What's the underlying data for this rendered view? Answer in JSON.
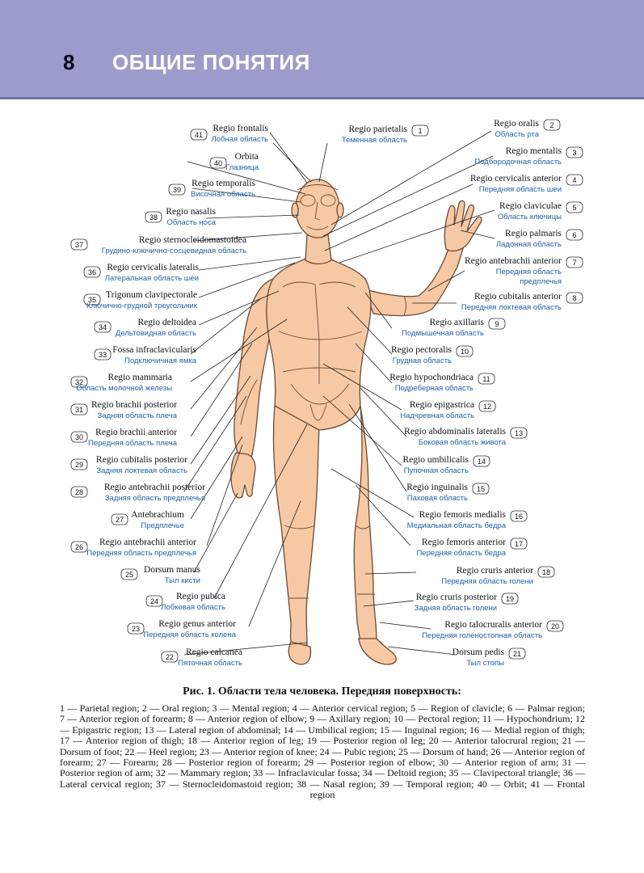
{
  "header": {
    "page_number": "8",
    "chapter_title": "ОБЩИЕ ПОНЯТИЯ"
  },
  "figure": {
    "labels": [
      {
        "num": "1",
        "la": "Regio parietalis",
        "ru": "Теменная область"
      },
      {
        "num": "2",
        "la": "Regio oralis",
        "ru": "Область рта"
      },
      {
        "num": "3",
        "la": "Regio mentalis",
        "ru": "Подбородочная область"
      },
      {
        "num": "4",
        "la": "Regio cervicalis anterior",
        "ru": "Передняя область шеи"
      },
      {
        "num": "5",
        "la": "Regio claviculae",
        "ru": "Область ключицы"
      },
      {
        "num": "6",
        "la": "Regio palmaris",
        "ru": "Ладонная область"
      },
      {
        "num": "7",
        "la": "Regio antebrachii anterior",
        "ru": "Передняя область",
        "ru2": "предплечья"
      },
      {
        "num": "8",
        "la": "Regio cubitalis anterior",
        "ru": "Передняя локтевая область"
      },
      {
        "num": "9",
        "la": "Regio axillaris",
        "ru": "Подмышечная область"
      },
      {
        "num": "10",
        "la": "Regio pectoralis",
        "ru": "Грудная область"
      },
      {
        "num": "11",
        "la": "Regio hypochondriaca",
        "ru": "Подреберная область"
      },
      {
        "num": "12",
        "la": "Regio epigastrica",
        "ru": "Надчревная область"
      },
      {
        "num": "13",
        "la": "Regio abdominalis lateralis",
        "ru": "Боковая область живота"
      },
      {
        "num": "14",
        "la": "Regio umbilicalis",
        "ru": "Пупочная область"
      },
      {
        "num": "15",
        "la": "Regio inguinalis",
        "ru": "Паховая область"
      },
      {
        "num": "16",
        "la": "Regio femoris medialis",
        "ru": "Медиальная область бедра"
      },
      {
        "num": "17",
        "la": "Regio femoris anterior",
        "ru": "Передняя область бедра"
      },
      {
        "num": "18",
        "la": "Regio cruris anterior",
        "ru": "Передняя область голени"
      },
      {
        "num": "19",
        "la": "Regio cruris posterior",
        "ru": "Задняя область голени"
      },
      {
        "num": "20",
        "la": "Regio talocruralis anterior",
        "ru": "Передняя голеностопная область"
      },
      {
        "num": "21",
        "la": "Dorsum pedis",
        "ru": "Тыл стопы"
      },
      {
        "num": "22",
        "la": "Regio calcanea",
        "ru": "Пяточная область"
      },
      {
        "num": "23",
        "la": "Regio genus anterior",
        "ru": "Передняя область колена"
      },
      {
        "num": "24",
        "la": "Regio pubica",
        "ru": "Лобковая область"
      },
      {
        "num": "25",
        "la": "Dorsum manus",
        "ru": "Тыл кисти"
      },
      {
        "num": "26",
        "la": "Regio antebrachii anterior",
        "ru": "Передняя область предплечья"
      },
      {
        "num": "27",
        "la": "Antebrachium",
        "ru": "Предплечье"
      },
      {
        "num": "28",
        "la": "Regio antebrachii posterior",
        "ru": "Задняя область предплечья"
      },
      {
        "num": "29",
        "la": "Regio cubitalis posterior",
        "ru": "Задняя локтевая область"
      },
      {
        "num": "30",
        "la": "Regio brachii anterior",
        "ru": "Передняя область плеча"
      },
      {
        "num": "31",
        "la": "Regio brachii posterior",
        "ru": "Задняя область плеча"
      },
      {
        "num": "32",
        "la": "Regio mammaria",
        "ru": "Область молочной железы"
      },
      {
        "num": "33",
        "la": "Fossa infraclavicularis",
        "ru": "Подключичная ямка"
      },
      {
        "num": "34",
        "la": "Regio deltoidea",
        "ru": "Дельтовидная область"
      },
      {
        "num": "35",
        "la": "Trigonum clavipectorale",
        "ru": "Ключично-грудной треугольник"
      },
      {
        "num": "36",
        "la": "Regio cervicalis lateralis",
        "ru": "Латеральная область шеи"
      },
      {
        "num": "37",
        "la": "Regio sternocleidomastoidea",
        "ru": "Грудино-ключично-сосцевидная область"
      },
      {
        "num": "38",
        "la": "Regio nasalis",
        "ru": "Область носа"
      },
      {
        "num": "39",
        "la": "Regio temporalis",
        "ru": "Височная область"
      },
      {
        "num": "40",
        "la": "Orbita",
        "ru": "Глазница"
      },
      {
        "num": "41",
        "la": "Regio frontalis",
        "ru": "Лобная область"
      }
    ]
  },
  "caption": {
    "title": "Рис. 1. Области тела человека. Передняя поверхность:",
    "body": "1 — Parietal region; 2 — Oral region; 3 — Mental region; 4 — Anterior cervical region; 5 — Region of clavicle; 6 — Palmar region; 7 — Anterior region of forearm; 8 — Anterior region of elbow; 9 — Axillary region; 10 — Pectoral region; 11 — Hypochondrium; 12 — Epigastric region; 13 — Lateral region of abdominal; 14 — Umbilical region; 15 — Inguinal region; 16 — Medial region of thigh; 17 — Anterior region of thigh; 18 — Anterior region of leg; 19 — Posterior region ol leg; 20 — Anterior talocrural region; 21 — Dorsum of foot; 22 — Heel region; 23 — Anterior region of knee; 24 — Pubic region; 25 — Dorsum of hand; 26 — Anterior region of forearm; 27 — Forearm; 28 — Posterior region of forearm; 29 — Posterior region of elbow; 30 — Anterior region of arm; 31 — Posterior region of arm; 32 — Mammary region; 33 — Infraclavicular fossa; 34 — Deltoid region; 35 — Clavipectoral triangle; 36 — Lateral cervical region; 37 — Sternocleidomastoid region; 38 — Nasal region; 39 — Temporal region; 40 — Orbit; 41 — Frontal region"
  }
}
